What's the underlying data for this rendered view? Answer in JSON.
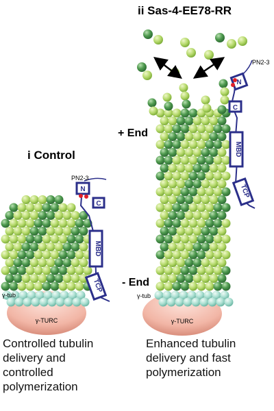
{
  "panels": {
    "left": {
      "title": "i Control",
      "labels": {
        "pn": "PN2-3",
        "n": "N",
        "c": "C",
        "mbd": "MBD",
        "tcp": "TCP",
        "gtub": "γ-tub",
        "gturc": "γ-TURC"
      },
      "caption": [
        "Controlled tubulin",
        "delivery and",
        "controlled",
        "polymerization"
      ]
    },
    "right": {
      "title": "ii Sas-4-EE78-RR",
      "labels": {
        "pn": "PN2-3",
        "n": "N",
        "c": "C",
        "mbd": "MBD",
        "tcp": "TCP",
        "gtub": "γ-tub",
        "gturc": "γ-TURC",
        "plus_end": "+ End",
        "minus_end": "- End"
      },
      "caption": [
        "Enhanced tubulin",
        "delivery and fast",
        "polymerization"
      ]
    }
  },
  "colors": {
    "light_tubulin": "#b5d96b",
    "dark_tubulin": "#4f9a4f",
    "gamma_tubulin": "#a8ded0",
    "turc": "#f2b6a6",
    "protein_box": "#2b2f8a",
    "phospho_dot": "#e0202a"
  }
}
